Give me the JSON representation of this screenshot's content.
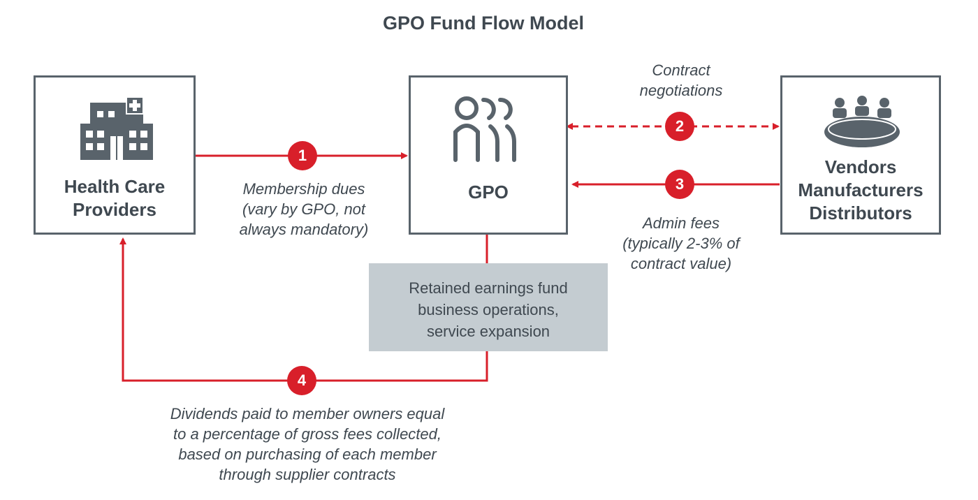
{
  "title": "GPO Fund Flow Model",
  "nodes": {
    "providers": {
      "label_line1": "Health Care",
      "label_line2": "Providers",
      "icon": "hospital-icon"
    },
    "gpo": {
      "label": "GPO",
      "icon": "people-group-icon"
    },
    "vendors": {
      "label_line1": "Vendors",
      "label_line2": "Manufacturers",
      "label_line3": "Distributors",
      "icon": "meeting-table-icon"
    },
    "retained": {
      "line1": "Retained earnings fund",
      "line2": "business operations,",
      "line3": "service expansion"
    }
  },
  "flows": [
    {
      "number": "1",
      "line1": "Membership dues",
      "line2": "(vary by GPO, not",
      "line3": "always mandatory)"
    },
    {
      "number": "2",
      "line1": "Contract",
      "line2": "negotiations"
    },
    {
      "number": "3",
      "line1": "Admin fees",
      "line2": "(typically 2-3% of",
      "line3": "contract value)"
    },
    {
      "number": "4",
      "line1": "Dividends paid to member owners equal",
      "line2": "to a percentage of gross fees collected,",
      "line3": "based on purchasing of each member",
      "line4": "through supplier contracts"
    }
  ],
  "colors": {
    "accent_red": "#d81f2a",
    "box_border": "#59636b",
    "text": "#3f4850",
    "retained_fill": "#c4ccd1"
  }
}
